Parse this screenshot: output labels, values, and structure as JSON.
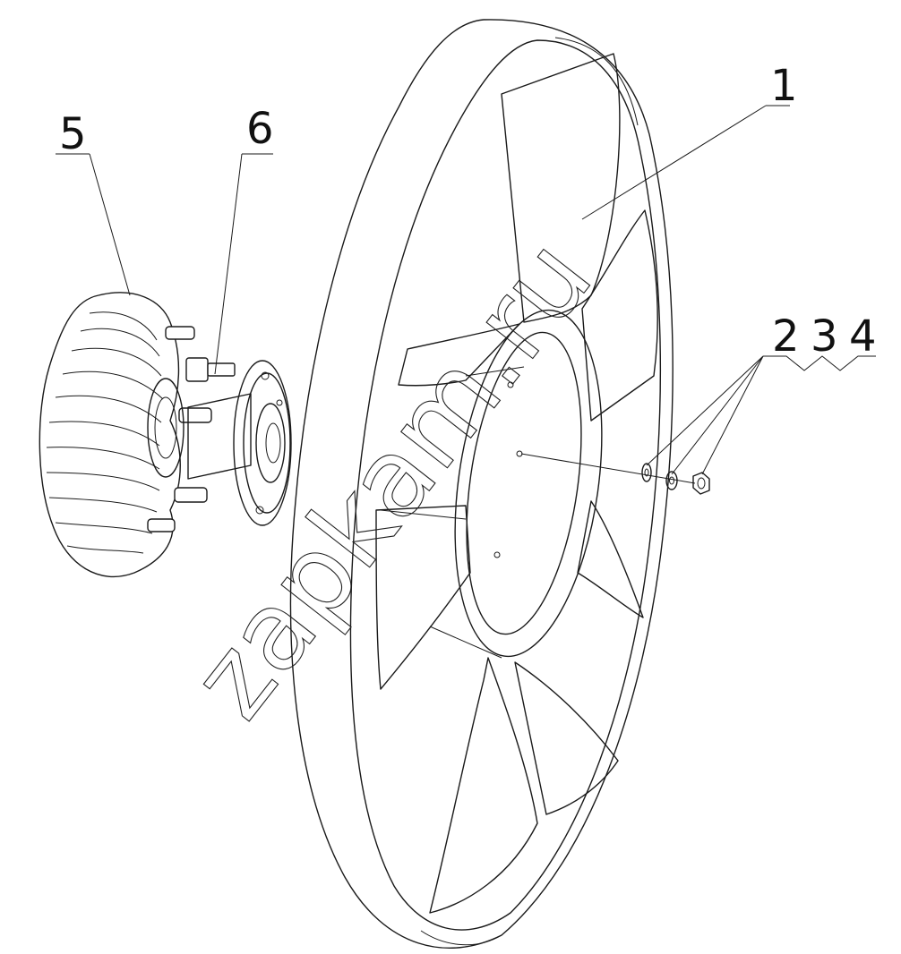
{
  "callouts": {
    "fan": "1",
    "washer": "2",
    "lock_washer": "3",
    "nut": "4",
    "fan_clutch": "5",
    "bolt": "6"
  },
  "watermark": "zapkam.ru"
}
